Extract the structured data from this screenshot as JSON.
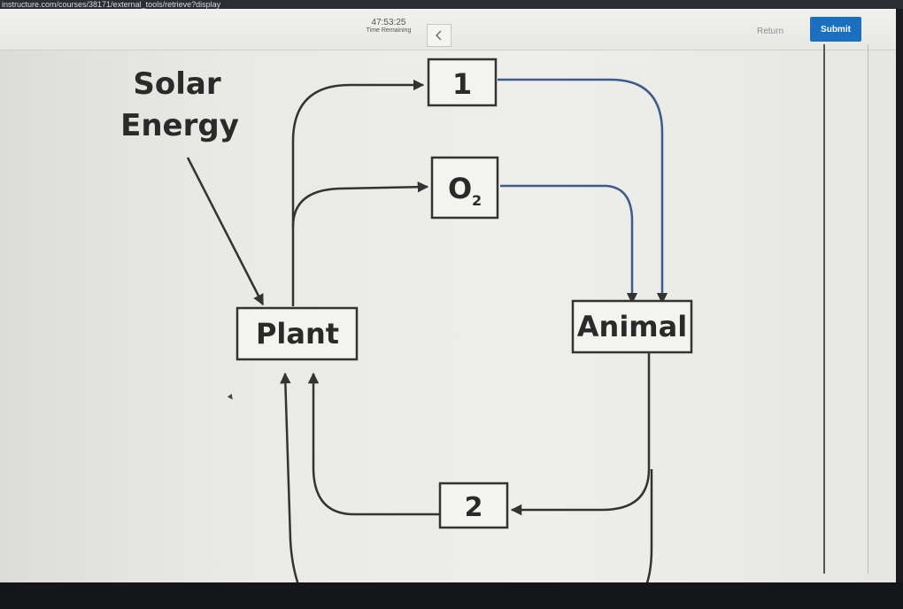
{
  "browser": {
    "url": "instructure.com/courses/38171/external_tools/retrieve?display"
  },
  "quiz": {
    "timer": "47:53:25",
    "timer_label": "Time Remaining",
    "return_label": "Return",
    "submit_label": "Submit",
    "accent_color": "#1b6fc0"
  },
  "diagram": {
    "solar_line1": "Solar",
    "solar_line2": "Energy",
    "box1": "1",
    "o2_main": "O",
    "o2_sub": "2",
    "plant": "Plant",
    "animal": "Animal",
    "box2": "2"
  }
}
